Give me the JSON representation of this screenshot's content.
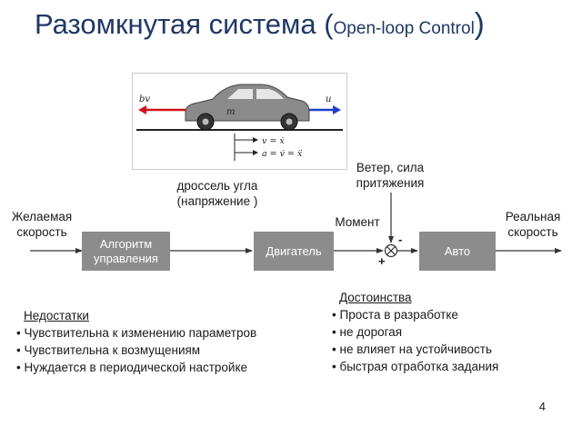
{
  "slide": {
    "title_main": "Разомкнутая система (",
    "title_sub": "Open-loop Control",
    "title_close": ")",
    "page_number": "4"
  },
  "car_figure": {
    "left_force_label": "bv",
    "right_force_label": "u",
    "mass_label": "m",
    "eq_velocity": "v = ẋ",
    "eq_acceleration": "a = v̇ = ẍ"
  },
  "diagram": {
    "input_label": "Желаемая скорость",
    "block_controller": "Алгоритм управления",
    "throttle_label": "дроссель угла (напряжение )",
    "block_engine": "Двигатель",
    "torque_label": "Момент",
    "disturbance_label": "Ветер, сила притяжения",
    "minus_sign": "-",
    "plus_sign": "+",
    "block_plant": "Авто",
    "output_label": "Реальная скорость"
  },
  "drawbacks": {
    "heading": "Недостатки",
    "items": [
      "Чувствительна к изменению параметров",
      "Чувствительна к возмущениям",
      "Нуждается в периодической настройке"
    ]
  },
  "advantages": {
    "heading": "Достоинства",
    "items": [
      "Проста в разработке",
      "не дорогая",
      "не влияет на устойчивость",
      "быстрая отработка задания"
    ]
  },
  "colors": {
    "title": "#1f3864",
    "block_fill": "#8c8c8c",
    "force_left_arrow": "#d0121b",
    "force_right_arrow": "#1c3fc7",
    "car_body": "#8a8a8a"
  }
}
